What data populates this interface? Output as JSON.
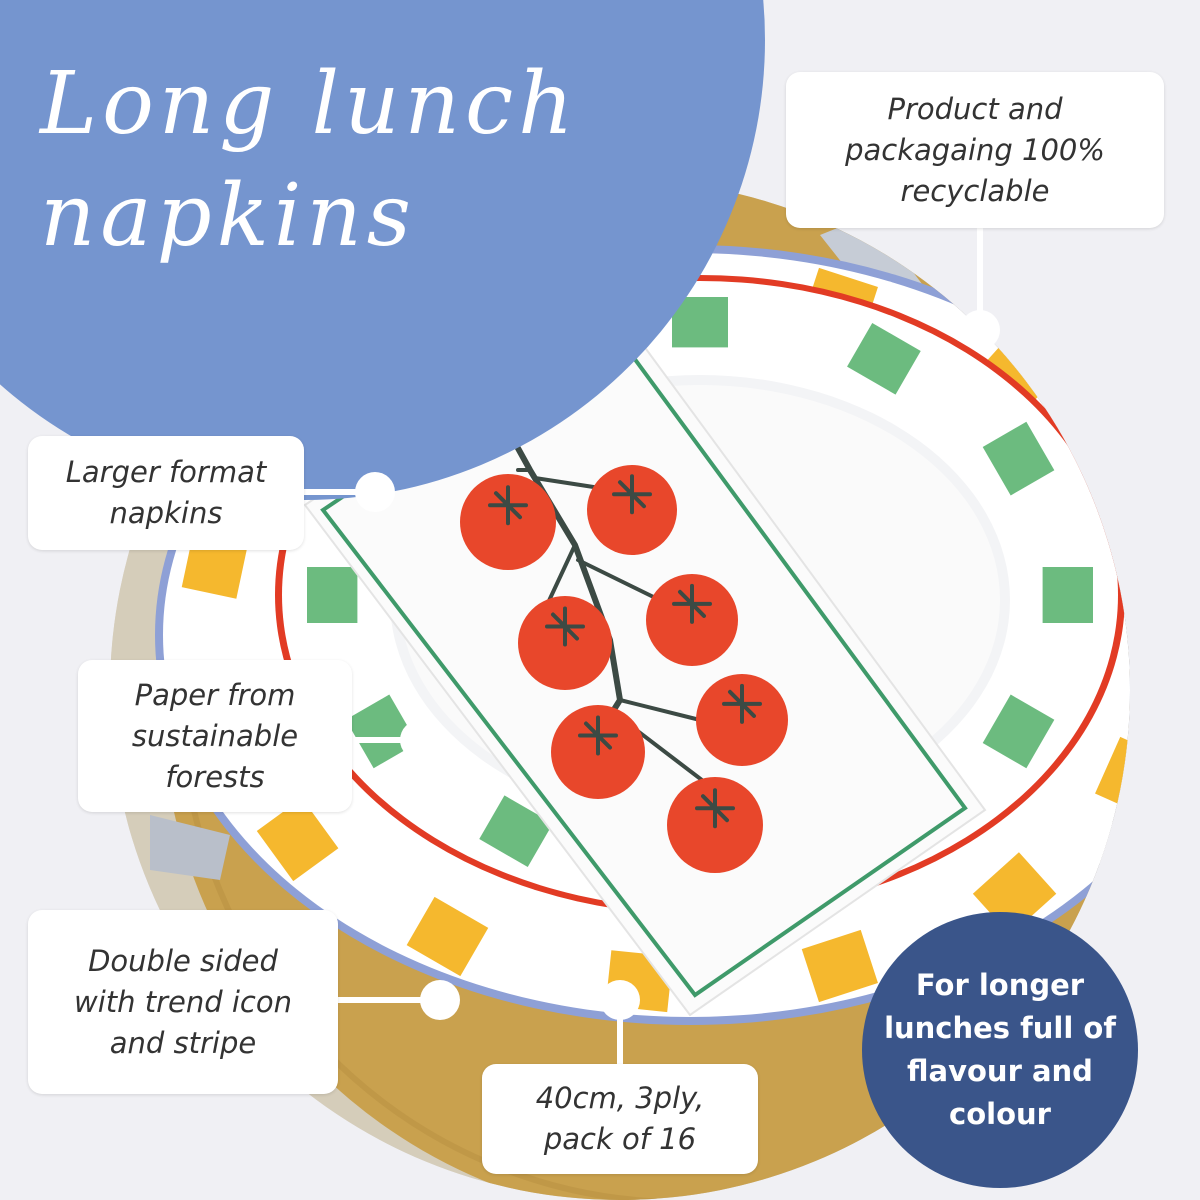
{
  "title": {
    "line1": "Long lunch",
    "line2": "napkins"
  },
  "callouts": {
    "recyclable": {
      "lines": [
        "Product and",
        "packagaing 100%",
        "recyclable"
      ]
    },
    "larger_format": {
      "lines": [
        "Larger format",
        "napkins"
      ]
    },
    "paper": {
      "lines": [
        "Paper from",
        "sustainable",
        "forests"
      ]
    },
    "double_sided": {
      "lines": [
        "Double sided",
        "with trend icon",
        "and stripe"
      ]
    },
    "size": {
      "lines": [
        "40cm, 3ply,",
        "pack of 16"
      ]
    }
  },
  "tagline": {
    "lines": [
      "For longer",
      "lunches full of",
      "flavour and",
      "colour"
    ]
  },
  "colors": {
    "title_blob": "#7595cf",
    "tagline_circle": "#3a558a",
    "stripe_yellow": "#f5b82e",
    "stripe_green": "#6cbb7f",
    "tomato": "#e8472b",
    "napkin_border": "#3f9a6a"
  },
  "icons": [
    "connector-dot-icon",
    "tomato-vine-illustration"
  ]
}
